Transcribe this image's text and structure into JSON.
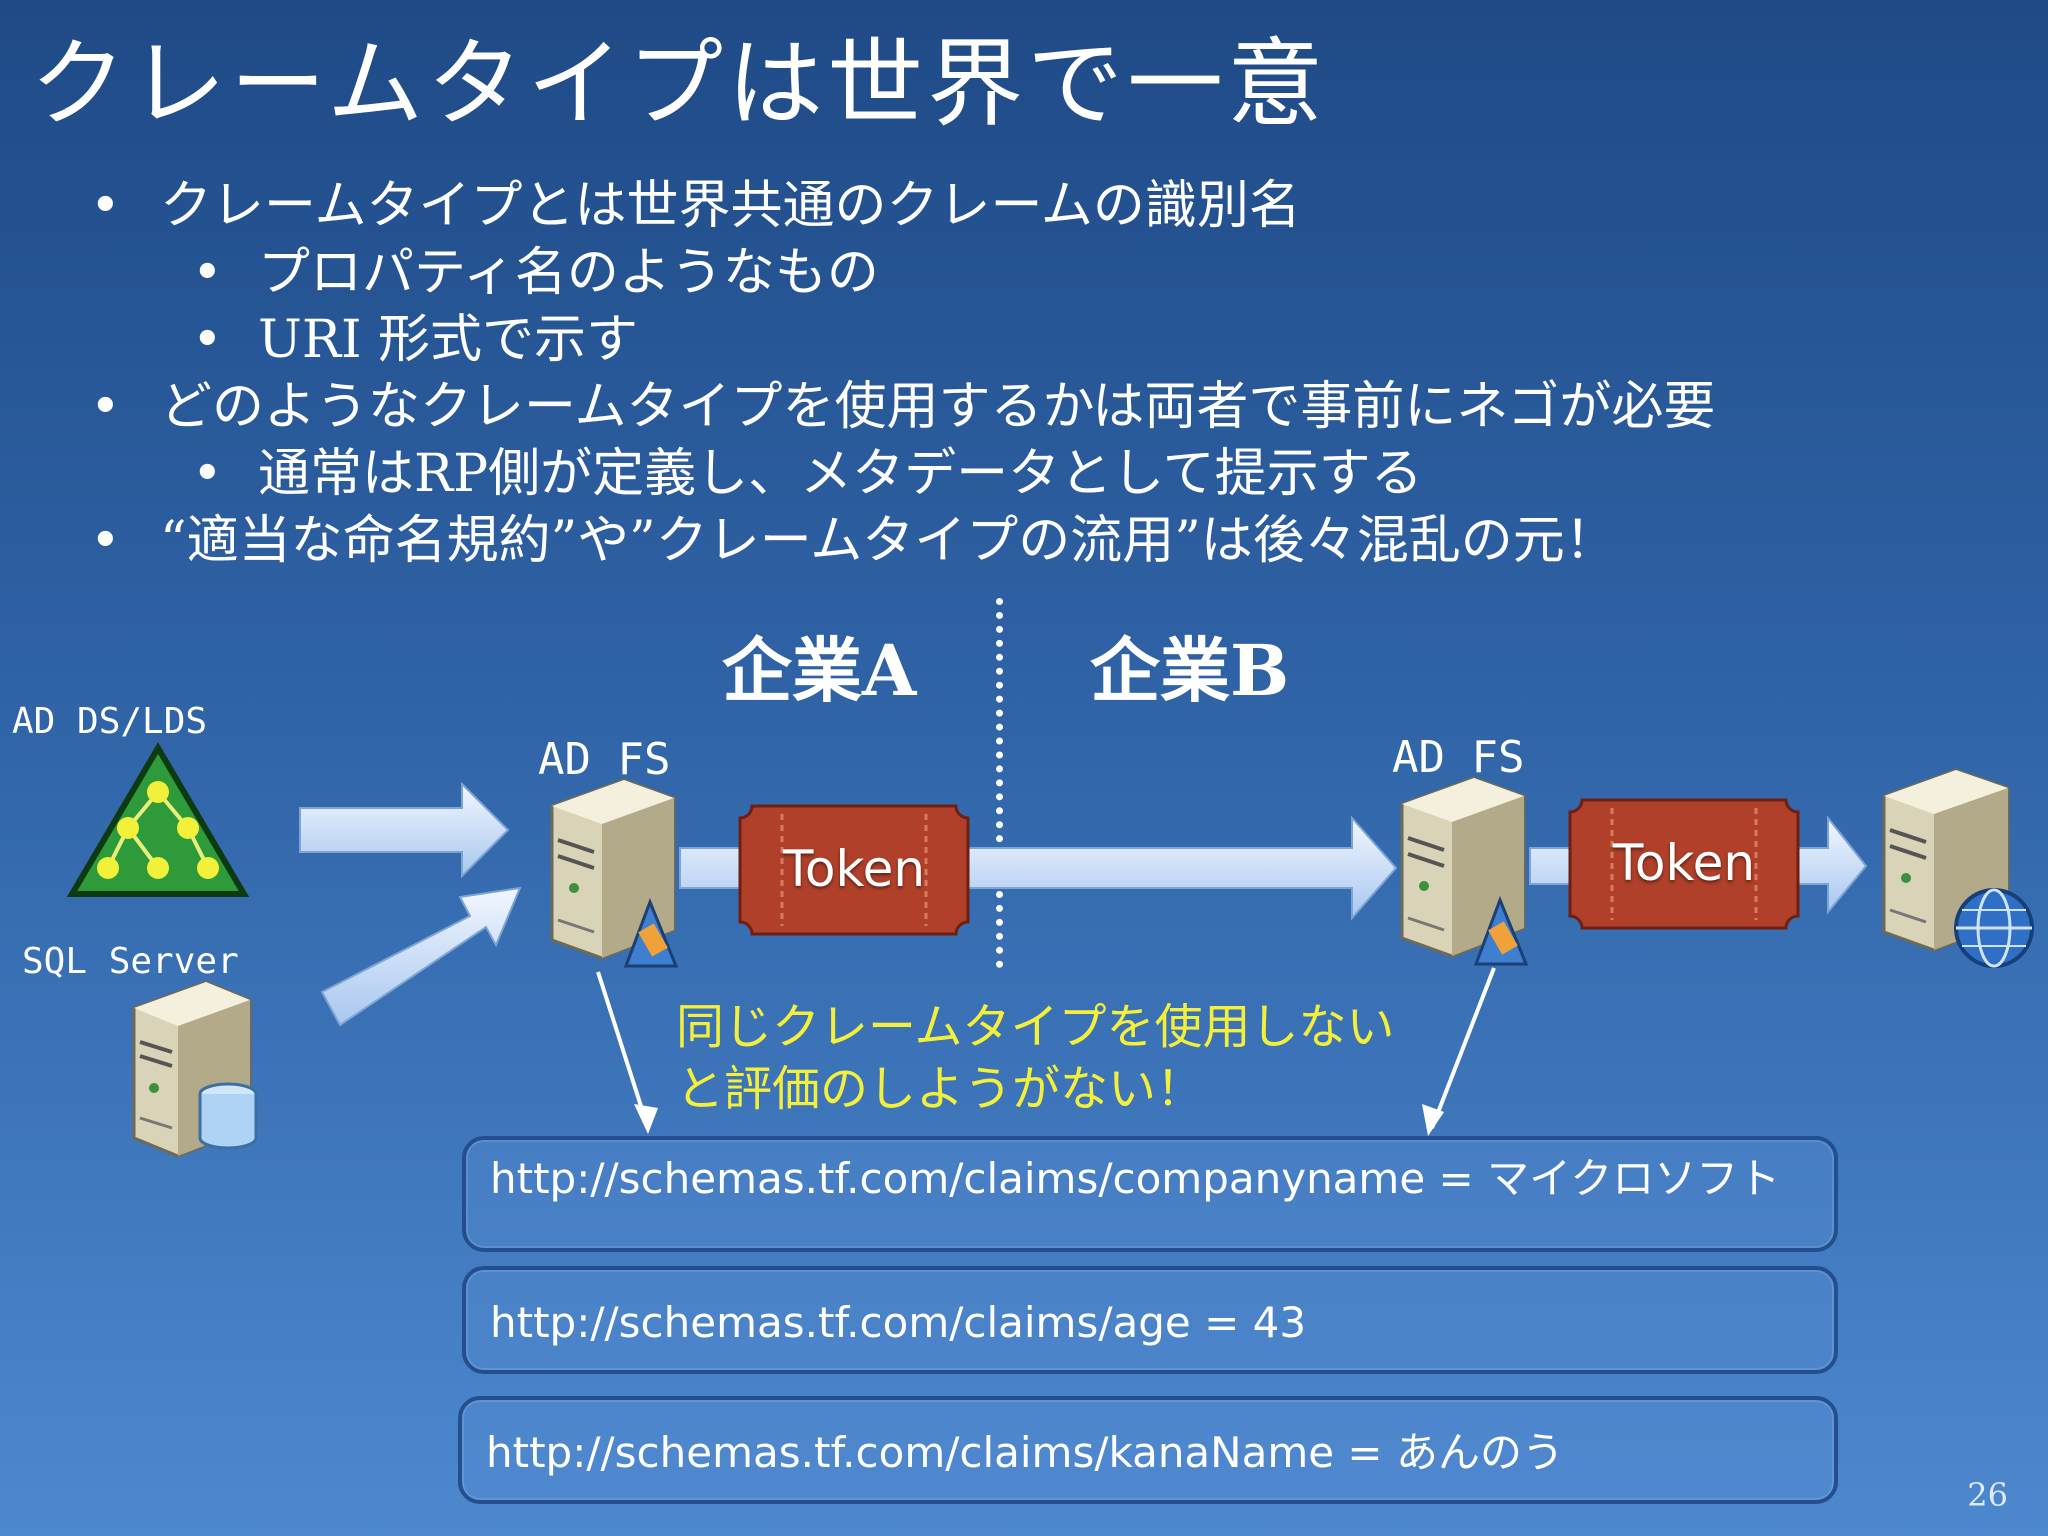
{
  "title": "クレームタイプは世界で一意",
  "bullets": [
    {
      "level": 1,
      "text": "クレームタイプとは世界共通のクレームの識別名"
    },
    {
      "level": 2,
      "text": "プロパティ名のようなもの"
    },
    {
      "level": 2,
      "text": "URI 形式で示す"
    },
    {
      "level": 1,
      "text": "どのようなクレームタイプを使用するかは両者で事前にネゴが必要"
    },
    {
      "level": 2,
      "text": "通常はRP側が定義し、メタデータとして提示する"
    },
    {
      "level": 1,
      "text": "“適当な命名規約”や”クレームタイプの流用”は後々混乱の元！"
    }
  ],
  "diagram": {
    "company_a": "企業A",
    "company_b": "企業B",
    "ad_ds_lds": "AD DS/LDS",
    "sql_server": "SQL Server",
    "adfs_a": "AD FS",
    "adfs_b": "AD FS",
    "token_a": "Token",
    "token_b": "Token",
    "note_line1": "同じクレームタイプを使用しない",
    "note_line2": "と評価のしようがない！"
  },
  "claims": [
    "http://schemas.tf.com/claims/companyname = マイクロソフト",
    "http://schemas.tf.com/claims/age = 43",
    "http://schemas.tf.com/claims/kanaName = あんのう"
  ],
  "page_number": "26",
  "colors": {
    "note": "#f4ef3a",
    "token": "#b0402a",
    "arrow": "#dce9fa",
    "claim_border": "#244f8e"
  }
}
